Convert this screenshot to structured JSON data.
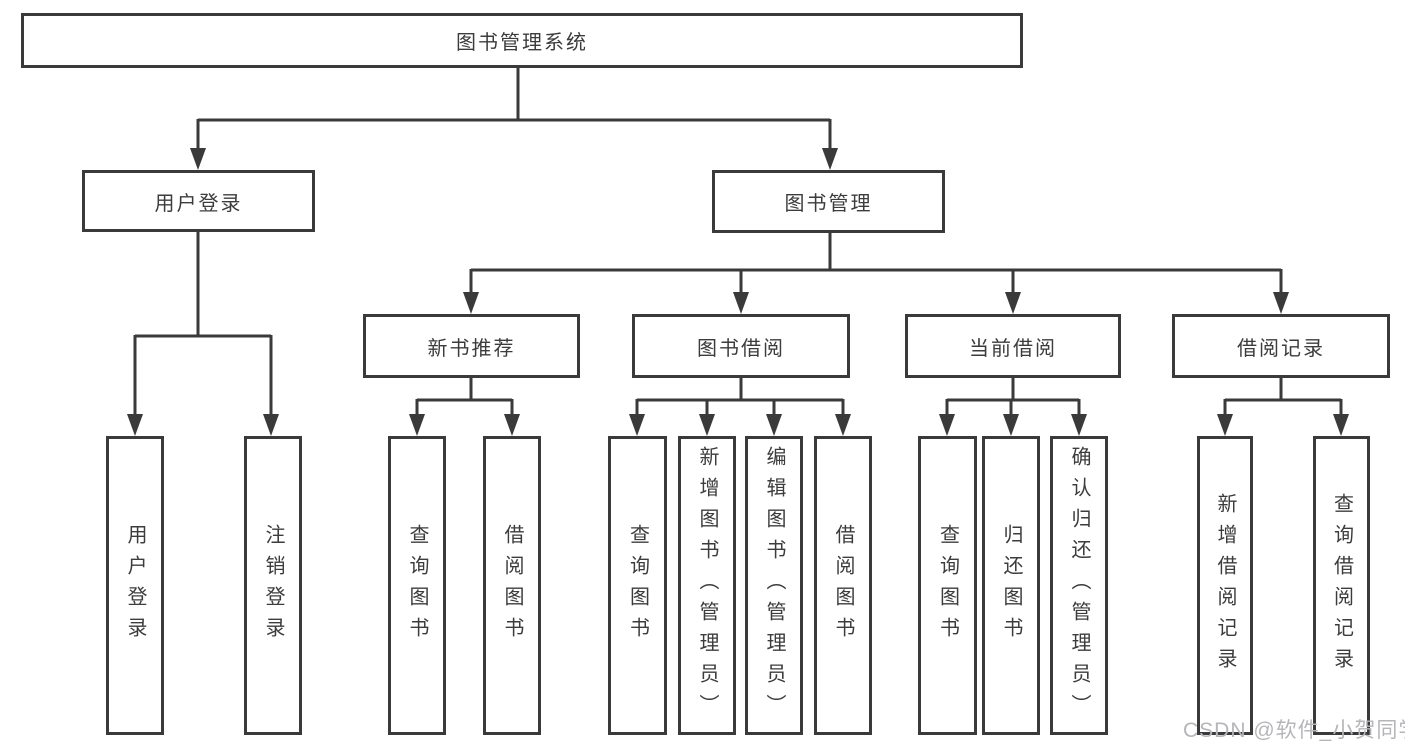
{
  "colors": {
    "border": "#3a3a3a",
    "line": "#3a3a3a",
    "text": "#3c3c3c",
    "watermark_text": "#b6b6ba",
    "background": "#ffffff"
  },
  "watermark": "CSDN @软件_小贺同学",
  "tree": {
    "root": "图书管理系统",
    "children": [
      {
        "label": "用户登录",
        "children": [
          {
            "label": "用户登录"
          },
          {
            "label": "注销登录"
          }
        ]
      },
      {
        "label": "图书管理",
        "children": [
          {
            "label": "新书推荐",
            "children": [
              {
                "label": "查询图书"
              },
              {
                "label": "借阅图书"
              }
            ]
          },
          {
            "label": "图书借阅",
            "children": [
              {
                "label": "查询图书"
              },
              {
                "label": "新增图书（管理员）"
              },
              {
                "label": "编辑图书（管理员）"
              },
              {
                "label": "借阅图书"
              }
            ]
          },
          {
            "label": "当前借阅",
            "children": [
              {
                "label": "查询图书"
              },
              {
                "label": "归还图书"
              },
              {
                "label": "确认归还（管理员）"
              }
            ]
          },
          {
            "label": "借阅记录",
            "children": [
              {
                "label": "新增借阅记录"
              },
              {
                "label": "查询借阅记录"
              }
            ]
          }
        ]
      }
    ]
  }
}
